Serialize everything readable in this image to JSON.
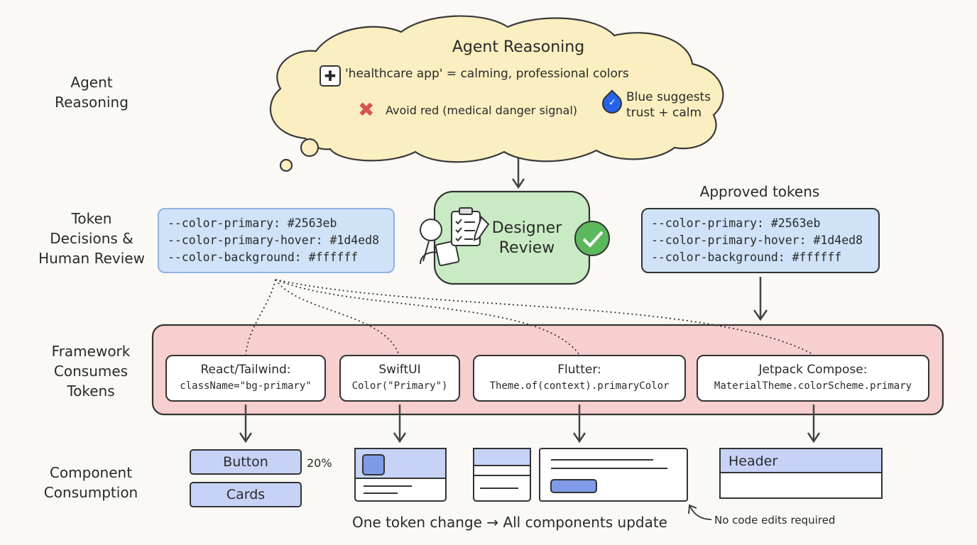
{
  "row_labels": {
    "reasoning": [
      "Agent",
      "Reasoning"
    ],
    "tokens": [
      "Token",
      "Decisions &",
      "Human Review"
    ],
    "framework": [
      "Framework",
      "Consumes",
      "Tokens"
    ],
    "component": [
      "Component",
      "Consumption"
    ]
  },
  "cloud": {
    "title": "Agent Reasoning",
    "line1": "'healthcare app' = calming, professional colors",
    "avoid": "Avoid red (medical danger signal)",
    "blue": [
      "Blue suggests",
      "trust + calm"
    ]
  },
  "draft_tokens": [
    "--color-primary: #2563eb",
    "--color-primary-hover: #1d4ed8",
    "--color-background: #ffffff"
  ],
  "review": {
    "label": [
      "Designer",
      "Review"
    ]
  },
  "approved": {
    "title": "Approved tokens",
    "tokens": [
      "--color-primary: #2563eb",
      "--color-primary-hover: #1d4ed8",
      "--color-background: #ffffff"
    ]
  },
  "frameworks": [
    {
      "name": "React/Tailwind:",
      "code": "className=\"bg-primary\""
    },
    {
      "name": "SwiftUI",
      "code": "Color(\"Primary\")"
    },
    {
      "name": "Flutter:",
      "code": "Theme.of(context).primaryColor"
    },
    {
      "name": "Jetpack Compose:",
      "code": "MaterialTheme.colorScheme.primary"
    }
  ],
  "components": {
    "button": "Button",
    "percent": "20%",
    "cards": "Cards",
    "header": "Header"
  },
  "footer": {
    "main": "One token change → All components update",
    "note": "No code edits required"
  },
  "colors": {
    "cloud": "#fbeec0",
    "draft_box": "#cfe2f7",
    "review_box": "#c9ebc4",
    "framework_band": "#f7cfcf",
    "component_fill": "#c6d3f7",
    "accent_blue": "#2563eb",
    "red_x": "#d9534f",
    "check_green": "#5cb85c"
  }
}
